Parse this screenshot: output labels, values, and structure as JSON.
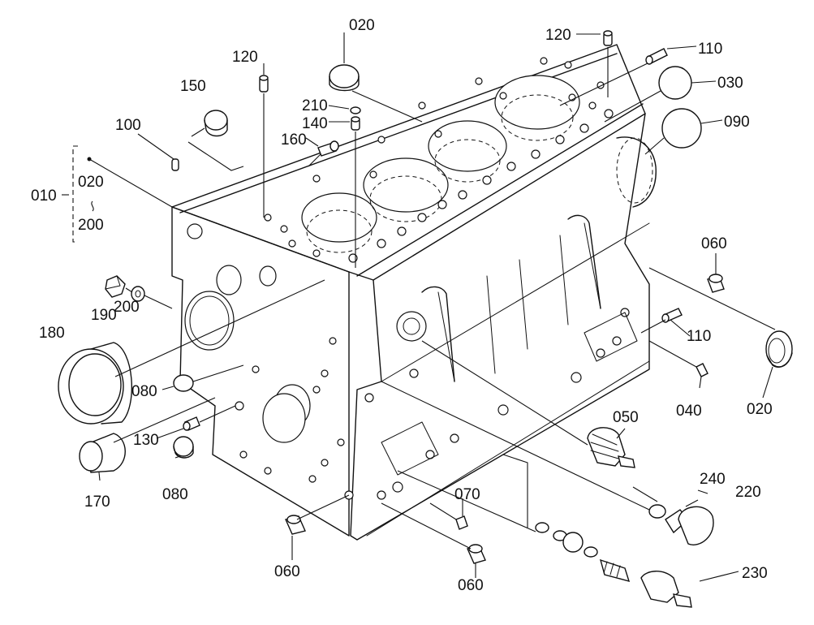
{
  "labels": {
    "l010": "010",
    "l020_bracket": "020",
    "l200_bracket": "200",
    "l020_top": "020",
    "l020_right": "020",
    "l030": "030",
    "l040": "040",
    "l050": "050",
    "l060_right": "060",
    "l060_bottom_left": "060",
    "l060_bottom": "060",
    "l070": "070",
    "l080_upper": "080",
    "l080_lower": "080",
    "l090": "090",
    "l100": "100",
    "l110_top": "110",
    "l110_right": "110",
    "l120_left": "120",
    "l120_right": "120",
    "l130": "130",
    "l140": "140",
    "l150": "150",
    "l160": "160",
    "l170": "170",
    "l180": "180",
    "l190": "190",
    "l200": "200",
    "l210": "210",
    "l220": "220",
    "l230": "230",
    "l240": "240"
  }
}
